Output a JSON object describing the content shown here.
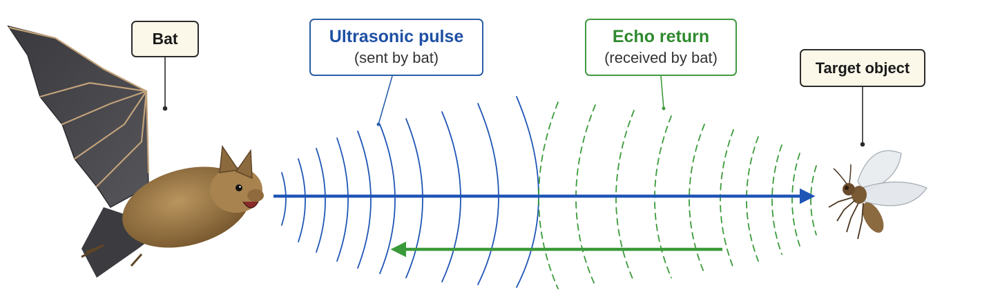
{
  "labels": {
    "bat": "Bat",
    "pulse_title": "Ultrasonic pulse",
    "pulse_sub": "(sent by bat)",
    "echo_title": "Echo return",
    "echo_sub": "(received by bat)",
    "target": "Target object"
  },
  "colors": {
    "pulse": "#1f55b5",
    "echo": "#3a9a3a",
    "callout_line": "#2b2b2b",
    "label_fill": "#fbf8e9"
  },
  "icons": {
    "bat": "bat-illustration",
    "target": "moth-insect-illustration"
  }
}
